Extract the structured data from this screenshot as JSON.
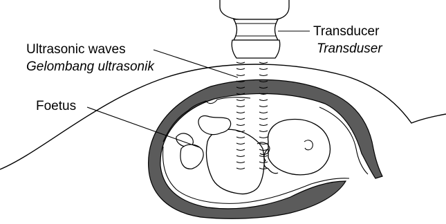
{
  "labels": {
    "transducer_en": "Transducer",
    "transducer_ms": "Transduser",
    "waves_en": "Ultrasonic waves",
    "waves_ms": "Gelombang ultrasonik",
    "foetus_en": "Foetus"
  },
  "colors": {
    "ink": "#000000",
    "womb_wall": "#5b5b5b",
    "background": "#ffffff"
  }
}
